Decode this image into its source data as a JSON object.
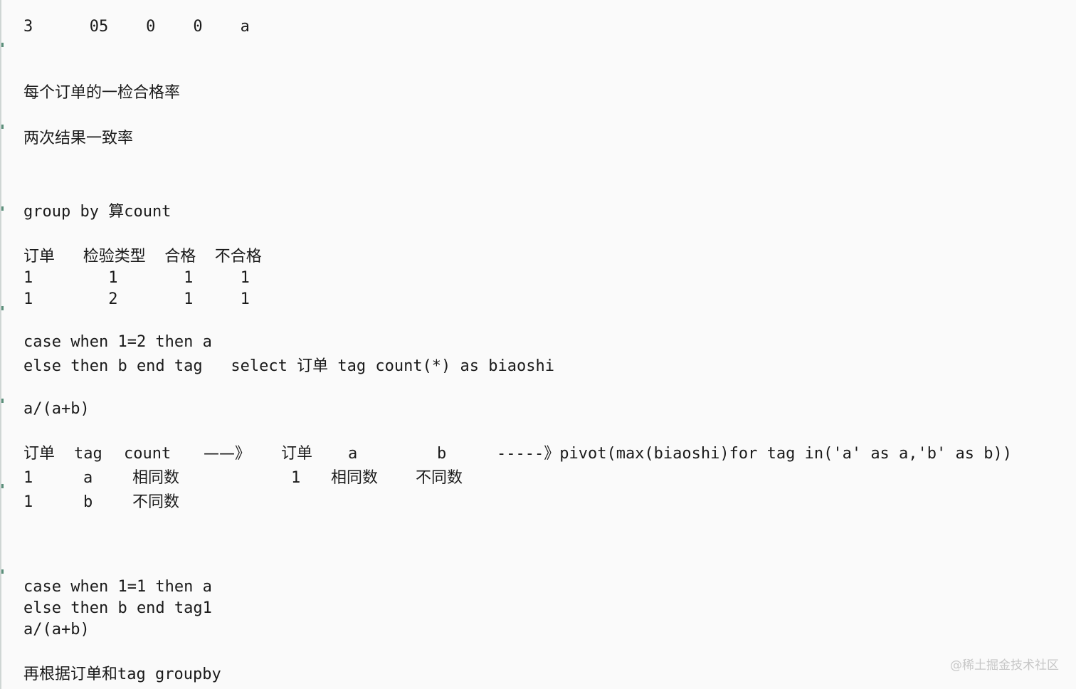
{
  "lines": {
    "l01": "3      05    0    0    a",
    "l02": "每个订单的一检合格率",
    "l03": "两次结果一致率",
    "l04": "group by 算count",
    "l05": "订单   检验类型  合格  不合格",
    "l06": "1        1       1     1",
    "l07": "1        2       1     1",
    "l08": "case when 1=2 then a",
    "l09": "else then b end tag   select 订单 tag count(*) as biaoshi",
    "l10": "a/(a+b)",
    "l11": {
      "c1": "订单",
      "c2": "tag",
      "c3": "count",
      "c4": "——》",
      "c5": "订单",
      "c6": "a",
      "c7": "b",
      "c8": "-----》pivot(max(biaoshi)for tag in('a' as a,'b' as b))"
    },
    "l12": {
      "c1": "1",
      "c2": "a",
      "c3": "相同数",
      "c5": "1",
      "c6": "相同数",
      "c7": "不同数"
    },
    "l13": {
      "c1": "1",
      "c2": "b",
      "c3": "不同数"
    },
    "l14": "case when 1=1 then a",
    "l15": "else then b end tag1",
    "l16": "a/(a+b)",
    "l17": "再根据订单和tag groupby"
  },
  "watermark": "@稀土掘金技术社区"
}
